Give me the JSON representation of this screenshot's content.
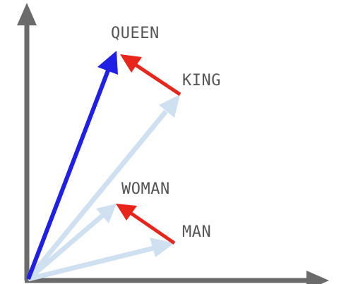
{
  "labels": {
    "queen": "QUEEN",
    "king": "KING",
    "woman": "WOMAN",
    "man": "MAN"
  },
  "colors": {
    "axis": "#6b6b6b",
    "base_vector": "#cfe0f1",
    "result_vector": "#1f1fe6",
    "difference_vector": "#e8251a",
    "label": "#555555"
  }
}
